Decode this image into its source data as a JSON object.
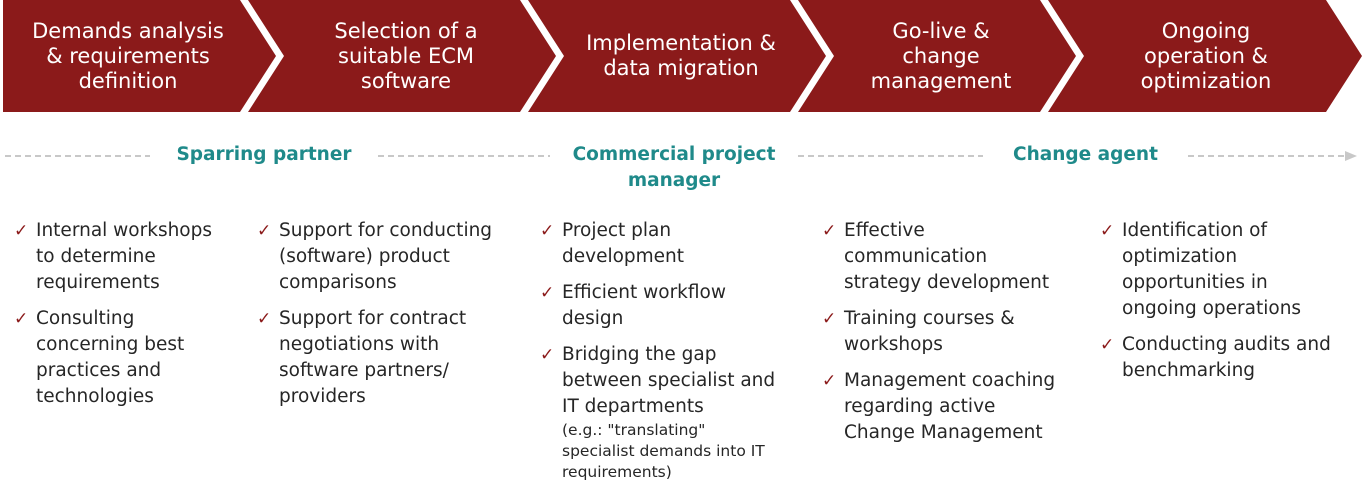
{
  "colors": {
    "phase_fill": "#8b1a1a",
    "role_text": "#1f8a8a",
    "check_mark": "#8b1a1a",
    "dashed_line": "#c8c8c8"
  },
  "phases": [
    {
      "label": "Demands analysis\n& requirements\ndefinition"
    },
    {
      "label": "Selection of a\nsuitable ECM\nsoftware"
    },
    {
      "label": "Implementation &\ndata migration"
    },
    {
      "label": "Go-live &\nchange\nmanagement"
    },
    {
      "label": "Ongoing\noperation &\noptimization"
    }
  ],
  "roles": [
    {
      "label": "Sparring partner"
    },
    {
      "label": "Commercial project\nmanager"
    },
    {
      "label": "Change agent"
    }
  ],
  "check_icon": "✓",
  "columns": [
    {
      "items": [
        {
          "text": "Internal workshops\nto determine\nrequirements"
        },
        {
          "text": "Consulting\nconcerning best\npractices and\ntechnologies"
        }
      ]
    },
    {
      "items": [
        {
          "text": "Support for conducting\n(software) product\ncomparisons"
        },
        {
          "text": "Support for contract\nnegotiations with\nsoftware partners/\nproviders"
        }
      ]
    },
    {
      "items": [
        {
          "text": "Project plan\ndevelopment"
        },
        {
          "text": "Efficient workflow\ndesign"
        },
        {
          "text": "Bridging the gap\nbetween specialist and\nIT departments",
          "note": "(e.g.: \"translating\"\nspecialist demands into IT\nrequirements)"
        }
      ]
    },
    {
      "items": [
        {
          "text": "Effective\ncommunication\nstrategy development"
        },
        {
          "text": "Training courses &\nworkshops"
        },
        {
          "text": "Management coaching\nregarding active\nChange Management"
        }
      ]
    },
    {
      "items": [
        {
          "text": "Identification of\noptimization\nopportunities in\nongoing operations"
        },
        {
          "text": "Conducting audits and\nbenchmarking"
        }
      ]
    }
  ]
}
